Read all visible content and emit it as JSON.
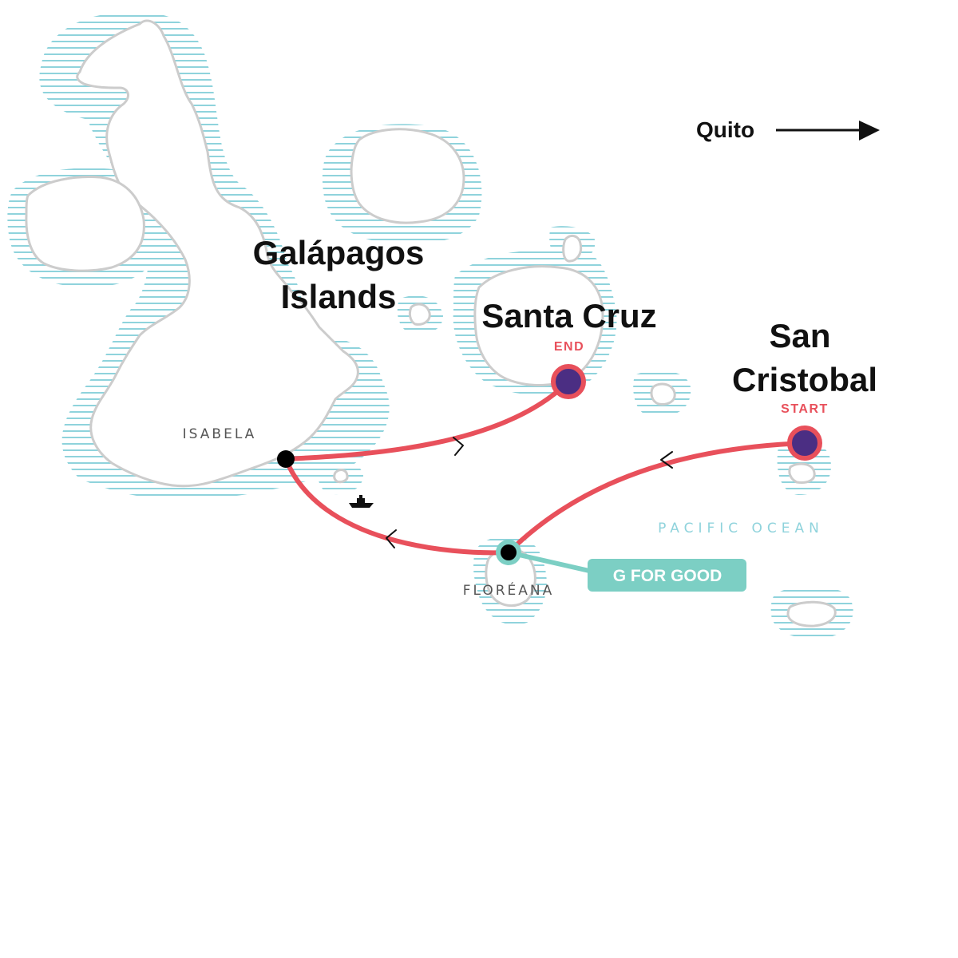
{
  "map": {
    "quito_label": "Quito",
    "region_title_line1": "Galápagos",
    "region_title_line2": "Islands",
    "santa_cruz_label": "Santa Cruz",
    "end_tag": "END",
    "san_cristobal_line1": "San",
    "san_cristobal_line2": "Cristobal",
    "start_tag": "START",
    "isabela_label": "ISABELA",
    "floreana_label": "FLORÉANA",
    "ocean_label": "PACIFIC OCEAN",
    "g_for_good_label": "G FOR GOOD"
  },
  "colors": {
    "route": "#e8505b",
    "stop_marker": "#4b2e83",
    "water_hatch": "#8fd3dc",
    "island_outline": "#cccccc",
    "g_for_good": "#7ccfc4"
  },
  "icons": [
    "arrow-right-icon",
    "boat-icon",
    "route-direction-chevron-icon"
  ]
}
